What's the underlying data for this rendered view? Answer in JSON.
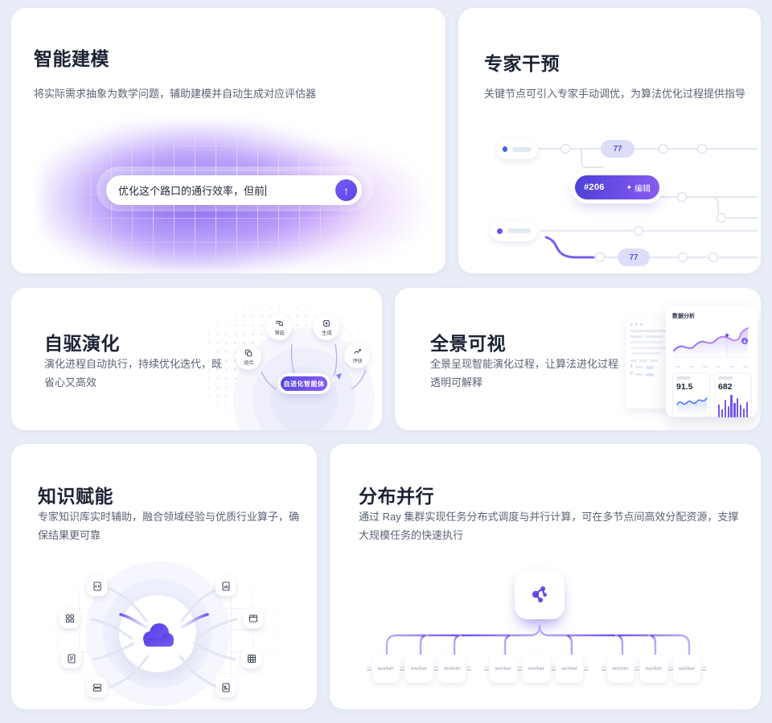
{
  "cards": {
    "modeling": {
      "title": "智能建模",
      "desc": "将实际需求抽象为数学问题，辅助建模并自动生成对应评估器",
      "input_value": "优化这个路口的通行效率，但前",
      "send_icon": "↑"
    },
    "expert": {
      "title": "专家干预",
      "desc": "关键节点可引入专家手动调优，为算法优化过程提供指导",
      "score_top": "77",
      "score_bottom": "77",
      "node_id": "#206",
      "edit_icon": "✦",
      "edit_label": "编辑"
    },
    "evolution": {
      "title": "自驱演化",
      "desc": "演化进程自动执行，持续优化迭代，既省心又高效",
      "steps": [
        {
          "label": "组合"
        },
        {
          "label": "筛选"
        },
        {
          "label": "生成"
        },
        {
          "label": "评估"
        }
      ],
      "center_label": "自进化智能体"
    },
    "panorama": {
      "title": "全景可视",
      "desc": "全景呈现智能演化过程，让算法进化过程透明可解释",
      "dashboard": {
        "title": "数据分析",
        "metric_left_value": "91.5",
        "metric_right_value": "682",
        "bar_values": [
          16,
          10,
          22,
          14,
          28,
          18,
          24,
          16,
          11,
          19
        ],
        "table_rows": [
          "1",
          "2"
        ]
      }
    },
    "knowledge": {
      "title": "知识赋能",
      "desc": "专家知识库实时辅助，融合领域经验与优质行业算子，确保结果更可靠"
    },
    "parallel": {
      "title": "分布并行",
      "desc": "通过 Ray 集群实现任务分布式调度与并行计算，可在多节点间高效分配资源，支撑大规模任务的快速执行",
      "worker_label": "worker"
    }
  },
  "colors": {
    "accent": "#6c53ee",
    "accent_deep": "#4b40d6",
    "badge_bg": "#dcdef9",
    "badge_text": "#5a58d2",
    "page_bg": "#e9edf7"
  }
}
